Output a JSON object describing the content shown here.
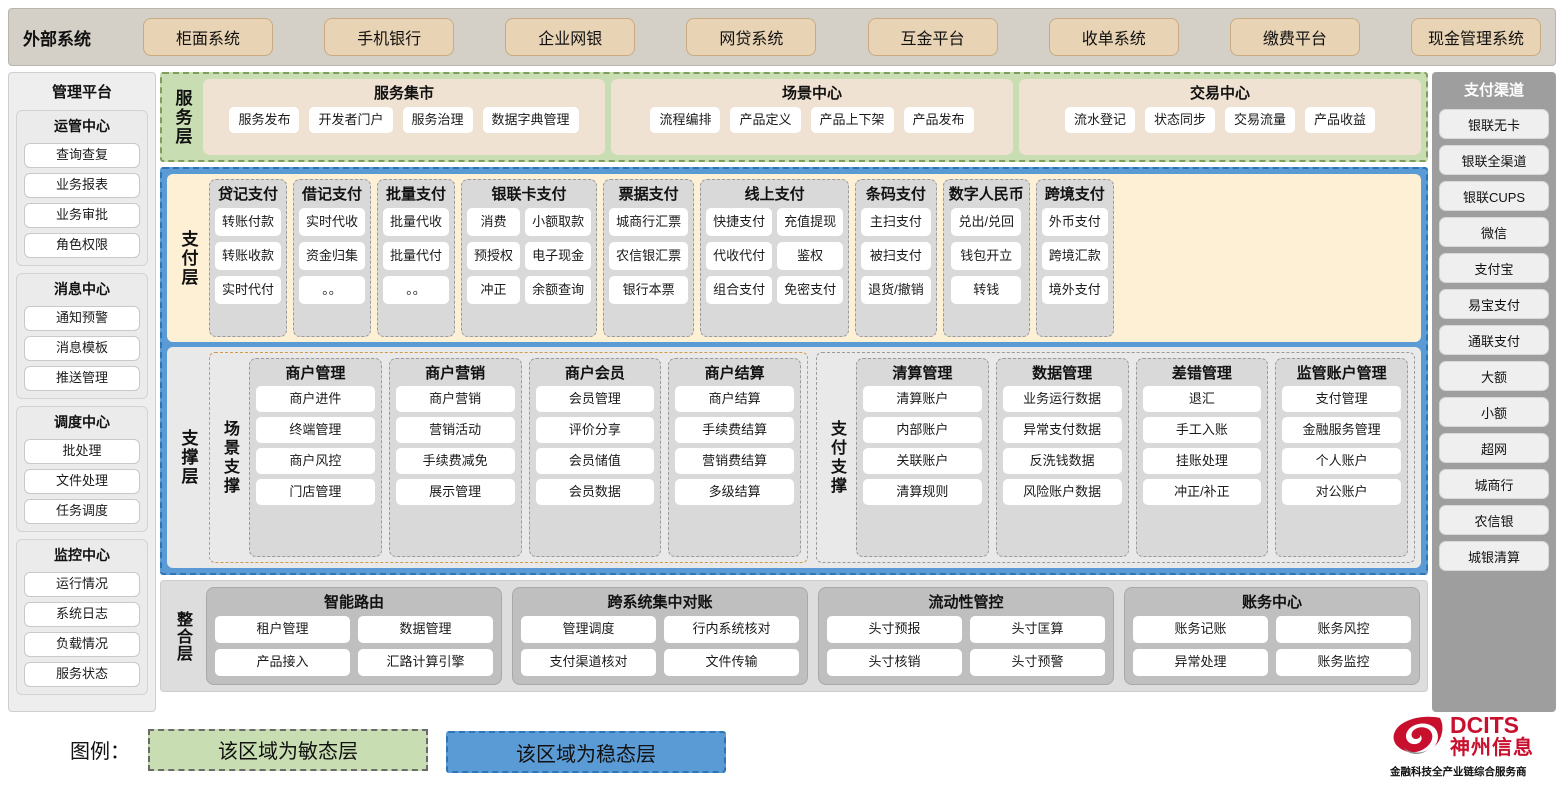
{
  "external_systems": {
    "title": "外部系统",
    "items": [
      "柜面系统",
      "手机银行",
      "企业网银",
      "网贷系统",
      "互金平台",
      "收单系统",
      "缴费平台",
      "现金管理系统"
    ]
  },
  "management_platform": {
    "title": "管理平台",
    "groups": [
      {
        "title": "运管中心",
        "items": [
          "查询查复",
          "业务报表",
          "业务审批",
          "角色权限"
        ]
      },
      {
        "title": "消息中心",
        "items": [
          "通知预警",
          "消息模板",
          "推送管理"
        ]
      },
      {
        "title": "调度中心",
        "items": [
          "批处理",
          "文件处理",
          "任务调度"
        ]
      },
      {
        "title": "监控中心",
        "items": [
          "运行情况",
          "系统日志",
          "负载情况",
          "服务状态"
        ]
      }
    ]
  },
  "payment_channels": {
    "title": "支付渠道",
    "items": [
      "银联无卡",
      "银联全渠道",
      "银联CUPS",
      "微信",
      "支付宝",
      "易宝支付",
      "通联支付",
      "大额",
      "小额",
      "超网",
      "城商行",
      "农信银",
      "城银清算"
    ]
  },
  "service_layer": {
    "label": "服务层",
    "cards": [
      {
        "title": "服务集市",
        "items": [
          "服务发布",
          "开发者门户",
          "服务治理",
          "数据字典管理"
        ]
      },
      {
        "title": "场景中心",
        "items": [
          "流程编排",
          "产品定义",
          "产品上下架",
          "产品发布"
        ]
      },
      {
        "title": "交易中心",
        "items": [
          "流水登记",
          "状态同步",
          "交易流量",
          "产品收益"
        ]
      }
    ]
  },
  "payment_layer": {
    "label": "支付层",
    "groups": [
      {
        "title": "贷记支付",
        "columns": [
          [
            "转账付款",
            "转账收款",
            "实时代付"
          ]
        ]
      },
      {
        "title": "借记支付",
        "columns": [
          [
            "实时代收",
            "资金归集",
            "。。"
          ]
        ]
      },
      {
        "title": "批量支付",
        "columns": [
          [
            "批量代收",
            "批量代付",
            "。。"
          ]
        ]
      },
      {
        "title": "银联卡支付",
        "columns": [
          [
            "消费",
            "预授权",
            "冲正"
          ],
          [
            "小额取款",
            "电子现金",
            "余额查询"
          ]
        ]
      },
      {
        "title": "票据支付",
        "columns": [
          [
            "城商行汇票",
            "农信银汇票",
            "银行本票"
          ]
        ]
      },
      {
        "title": "线上支付",
        "columns": [
          [
            "快捷支付",
            "代收代付",
            "组合支付"
          ],
          [
            "充值提现",
            "鉴权",
            "免密支付"
          ]
        ]
      },
      {
        "title": "条码支付",
        "columns": [
          [
            "主扫支付",
            "被扫支付",
            "退货/撤销"
          ]
        ]
      },
      {
        "title": "数字人民币",
        "columns": [
          [
            "兑出/兑回",
            "钱包开立",
            "转钱"
          ]
        ]
      },
      {
        "title": "跨境支付",
        "columns": [
          [
            "外币支付",
            "跨境汇款",
            "境外支付"
          ]
        ]
      }
    ]
  },
  "support_layer": {
    "label": "支撑层",
    "blocks": [
      {
        "sub_label": "场景支撑",
        "groups": [
          {
            "title": "商户管理",
            "items": [
              "商户进件",
              "终端管理",
              "商户风控",
              "门店管理"
            ]
          },
          {
            "title": "商户营销",
            "items": [
              "商户营销",
              "营销活动",
              "手续费减免",
              "展示管理"
            ]
          },
          {
            "title": "商户会员",
            "items": [
              "会员管理",
              "评价分享",
              "会员储值",
              "会员数据"
            ]
          },
          {
            "title": "商户结算",
            "items": [
              "商户结算",
              "手续费结算",
              "营销费结算",
              "多级结算"
            ]
          }
        ]
      },
      {
        "sub_label": "支付支撑",
        "groups": [
          {
            "title": "清算管理",
            "items": [
              "清算账户",
              "内部账户",
              "关联账户",
              "清算规则"
            ]
          },
          {
            "title": "数据管理",
            "items": [
              "业务运行数据",
              "异常支付数据",
              "反洗钱数据",
              "风险账户数据"
            ]
          },
          {
            "title": "差错管理",
            "items": [
              "退汇",
              "手工入账",
              "挂账处理",
              "冲正/补正"
            ]
          },
          {
            "title": "监管账户管理",
            "items": [
              "支付管理",
              "金融服务管理",
              "个人账户",
              "对公账户"
            ]
          }
        ]
      }
    ]
  },
  "integration_layer": {
    "label": "整合层",
    "cards": [
      {
        "title": "智能路由",
        "items": [
          "租户管理",
          "数据管理",
          "产品接入",
          "汇路计算引擎"
        ]
      },
      {
        "title": "跨系统集中对账",
        "items": [
          "管理调度",
          "行内系统核对",
          "支付渠道核对",
          "文件传输"
        ]
      },
      {
        "title": "流动性管控",
        "items": [
          "头寸预报",
          "头寸匡算",
          "头寸核销",
          "头寸预警"
        ]
      },
      {
        "title": "账务中心",
        "items": [
          "账务记账",
          "账务风控",
          "异常处理",
          "账务监控"
        ]
      }
    ]
  },
  "legend": {
    "label": "图例：",
    "agile_text": "该区域为敏态层",
    "stable_text": "该区域为稳态层",
    "agile_color": "#c9ddb2",
    "stable_color": "#5b9bd5"
  },
  "logo": {
    "en": "DCITS",
    "cn": "神州信息",
    "tagline": "金融科技全产业链综合服务商",
    "brand_color": "#c8102e"
  }
}
